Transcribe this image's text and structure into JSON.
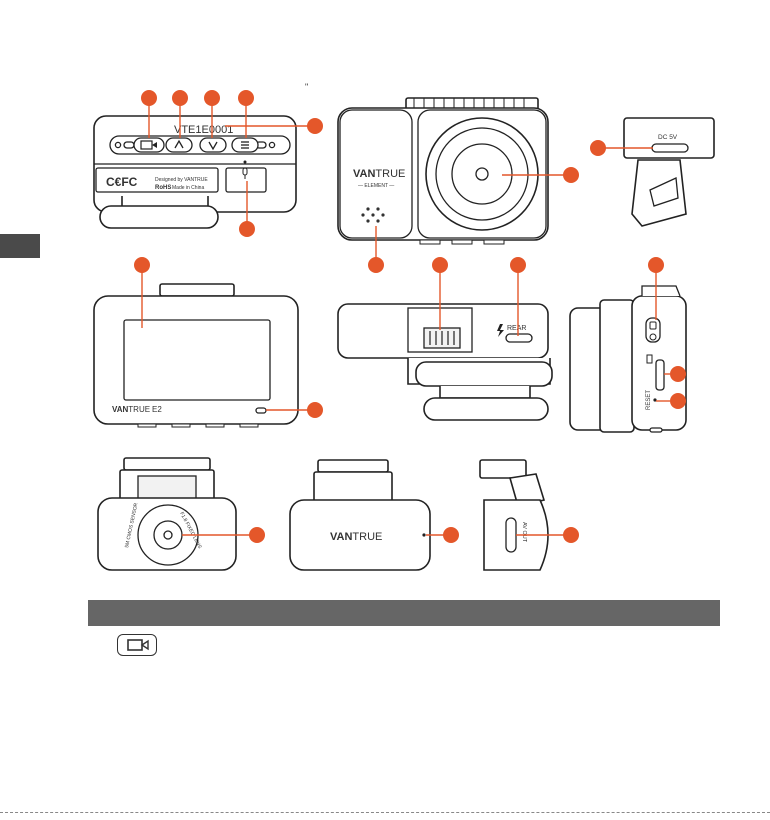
{
  "accent_color": "#e4572a",
  "product": {
    "serial": "VTE1E0001",
    "brand": "VANTRUE",
    "brand_van": "VAN",
    "brand_true": "TRUE",
    "element_sub": "— ELEMENT —",
    "model": "E2",
    "cert_marks": "C€FC",
    "rohs": "RoHS",
    "designed_by": "Designed by VANTRUE",
    "made_in": "Made in China",
    "dc_label": "DC 5V",
    "rear_label": "REAR",
    "reset_label": "RESET",
    "rear_sensor_text": "5M CMOS SENSOR",
    "rear_lens_text": "F1.8 FIXED LENS",
    "av_label": "AV OUT",
    "corner_mark": "\""
  },
  "icons": [
    "video-record-icon",
    "up-arrow-icon",
    "down-arrow-icon",
    "menu-icon",
    "microphone-icon",
    "lightning-icon",
    "sd-card-icon",
    "mount-lock-icon"
  ]
}
